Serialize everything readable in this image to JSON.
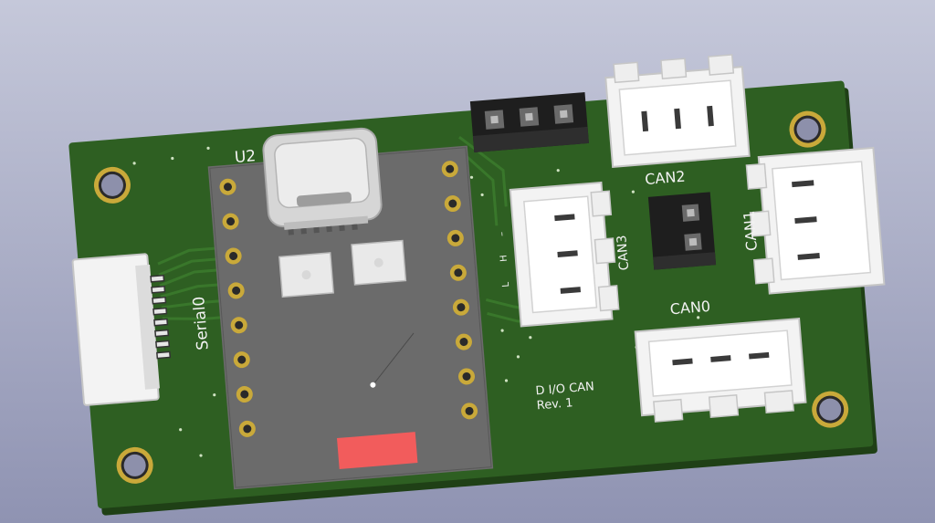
{
  "colors": {
    "background_top": "#c5c8da",
    "background_bottom": "#8f93b2",
    "board": "#2e5f22",
    "board_edge": "#1f4016",
    "trace": "#3b7a2c",
    "silkscreen": "#f2f2f2",
    "gold": "#c9a93a",
    "module": "#6b6b6b",
    "connector_white": "#f3f3f3",
    "header_black": "#1e1e1e",
    "led_red": "#f25c5c"
  },
  "icons": {
    "mounting_hole": "mounting-hole-icon",
    "pin": "pin-icon"
  },
  "labels": {
    "module_ref": "U2",
    "serial_connector": "Serial0",
    "can0": "CAN0",
    "can1": "CAN1",
    "can2": "CAN2",
    "can3": "CAN3",
    "pin_l": "L",
    "pin_h": "H",
    "pin_dash": "–",
    "board_name": "D I/O CAN",
    "revision": "Rev. 1"
  }
}
